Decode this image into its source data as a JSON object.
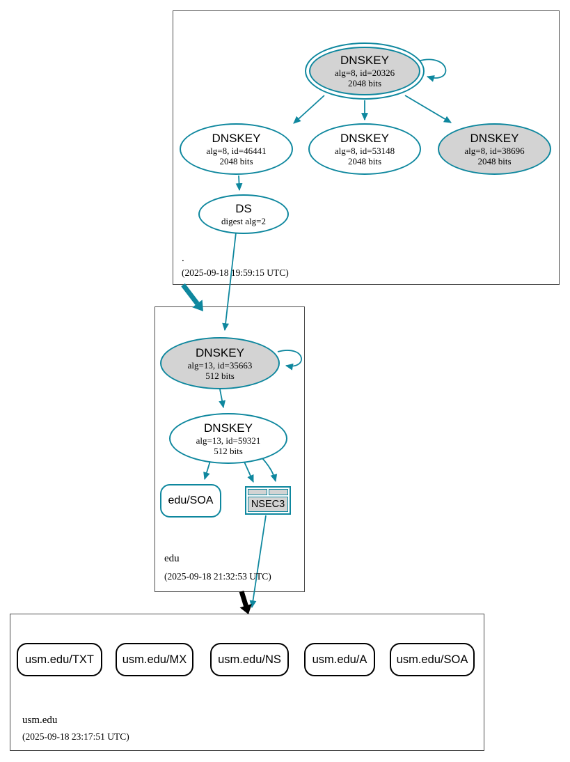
{
  "colors": {
    "teal": "#0e879e",
    "nodefill": "#d3d3d3",
    "boxborder": "#4a4a4a",
    "black": "#000000"
  },
  "zones": {
    "root": {
      "label": ".",
      "timestamp": "(2025-09-18 19:59:15 UTC)",
      "nodes": {
        "ksk": {
          "title": "DNSKEY",
          "detail": "alg=8, id=20326",
          "bits": "2048 bits"
        },
        "zsk_46441": {
          "title": "DNSKEY",
          "detail": "alg=8, id=46441",
          "bits": "2048 bits"
        },
        "zsk_53148": {
          "title": "DNSKEY",
          "detail": "alg=8, id=53148",
          "bits": "2048 bits"
        },
        "ksk_38696": {
          "title": "DNSKEY",
          "detail": "alg=8, id=38696",
          "bits": "2048 bits"
        },
        "ds": {
          "title": "DS",
          "detail": "digest alg=2"
        }
      }
    },
    "edu": {
      "label": "edu",
      "timestamp": "(2025-09-18 21:32:53 UTC)",
      "nodes": {
        "ksk": {
          "title": "DNSKEY",
          "detail": "alg=13, id=35663",
          "bits": "512 bits"
        },
        "zsk": {
          "title": "DNSKEY",
          "detail": "alg=13, id=59321",
          "bits": "512 bits"
        },
        "soa": {
          "label": "edu/SOA"
        },
        "nsec3": {
          "label": "NSEC3"
        }
      }
    },
    "usm": {
      "label": "usm.edu",
      "timestamp": "(2025-09-18 23:17:51 UTC)",
      "records": [
        "usm.edu/TXT",
        "usm.edu/MX",
        "usm.edu/NS",
        "usm.edu/A",
        "usm.edu/SOA"
      ]
    }
  }
}
